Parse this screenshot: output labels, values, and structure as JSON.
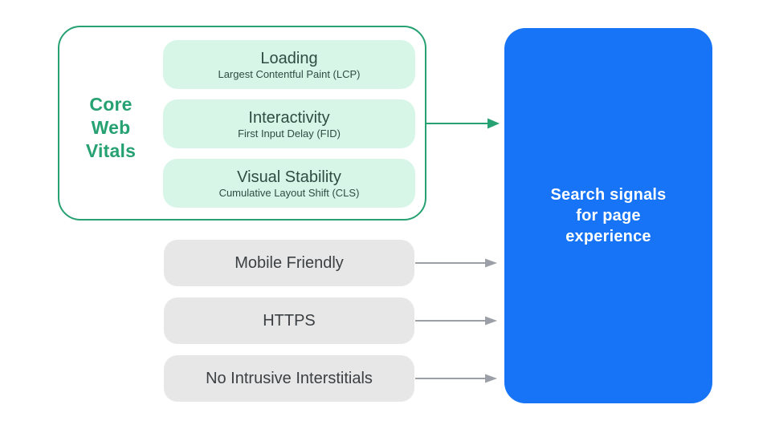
{
  "colors": {
    "green": "#26A172",
    "light_green": "#D7F6E8",
    "dark_green_text": "#2F4D43",
    "blue": "#1874F6",
    "gray_fill": "#E7E7E7",
    "gray_text": "#3C4043",
    "arrow_gray": "#9AA0A6",
    "white": "#FFFFFF"
  },
  "core_web_vitals": {
    "label_lines": [
      "Core",
      "Web",
      "Vitals"
    ],
    "items": [
      {
        "title": "Loading",
        "subtitle": "Largest Contentful Paint (LCP)"
      },
      {
        "title": "Interactivity",
        "subtitle": "First Input Delay (FID)"
      },
      {
        "title": "Visual Stability",
        "subtitle": "Cumulative Layout Shift (CLS)"
      }
    ]
  },
  "other_signals": [
    "Mobile Friendly",
    "HTTPS",
    "No Intrusive Interstitials"
  ],
  "result_box": {
    "label_lines": [
      "Search signals",
      "for page",
      "experience"
    ]
  }
}
